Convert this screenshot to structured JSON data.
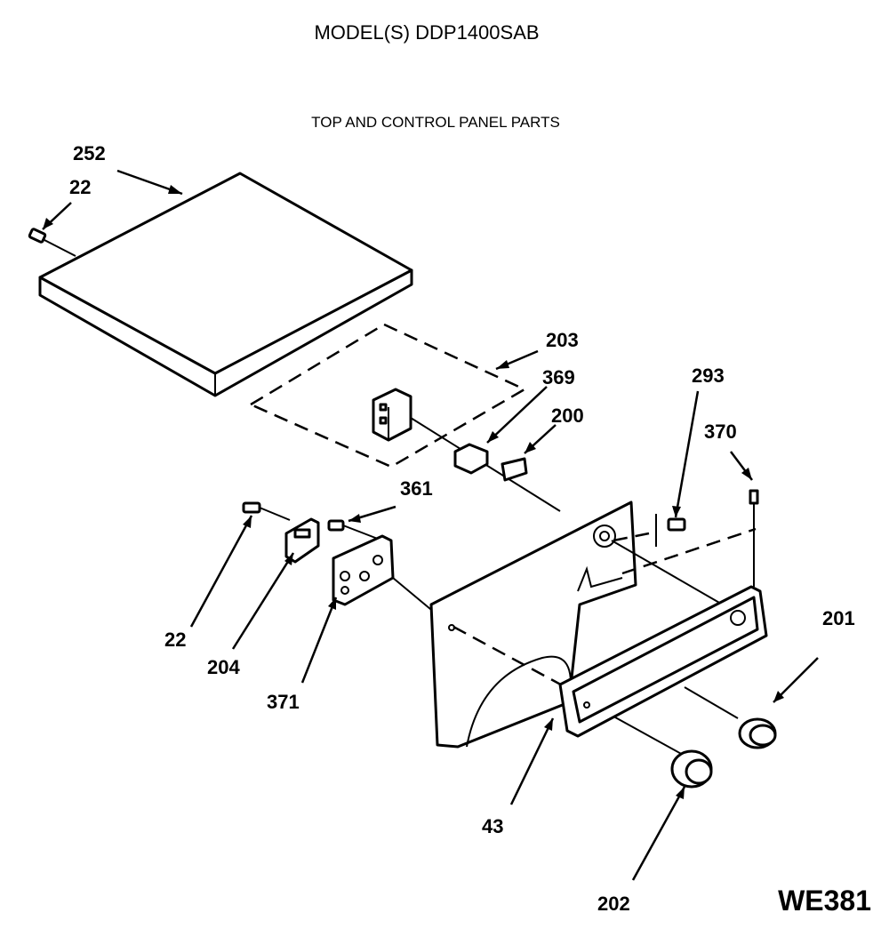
{
  "header": {
    "model": "MODEL(S) DDP1400SAB",
    "section": "TOP AND CONTROL PANEL PARTS"
  },
  "diagram_id": "WE381",
  "callouts": [
    {
      "id": "252",
      "part": "top panel"
    },
    {
      "id": "22",
      "part": "screw (top)"
    },
    {
      "id": "203",
      "part": "dashed outline assembly"
    },
    {
      "id": "369",
      "part": "bracket"
    },
    {
      "id": "200",
      "part": "switch"
    },
    {
      "id": "293",
      "part": "screw"
    },
    {
      "id": "370",
      "part": "clip"
    },
    {
      "id": "361",
      "part": "screw"
    },
    {
      "id": "201",
      "part": "push button"
    },
    {
      "id": "22",
      "part": "screw (left)"
    },
    {
      "id": "204",
      "part": "hinge bracket"
    },
    {
      "id": "371",
      "part": "mounting plate"
    },
    {
      "id": "43",
      "part": "control panel"
    },
    {
      "id": "202",
      "part": "knob"
    }
  ]
}
